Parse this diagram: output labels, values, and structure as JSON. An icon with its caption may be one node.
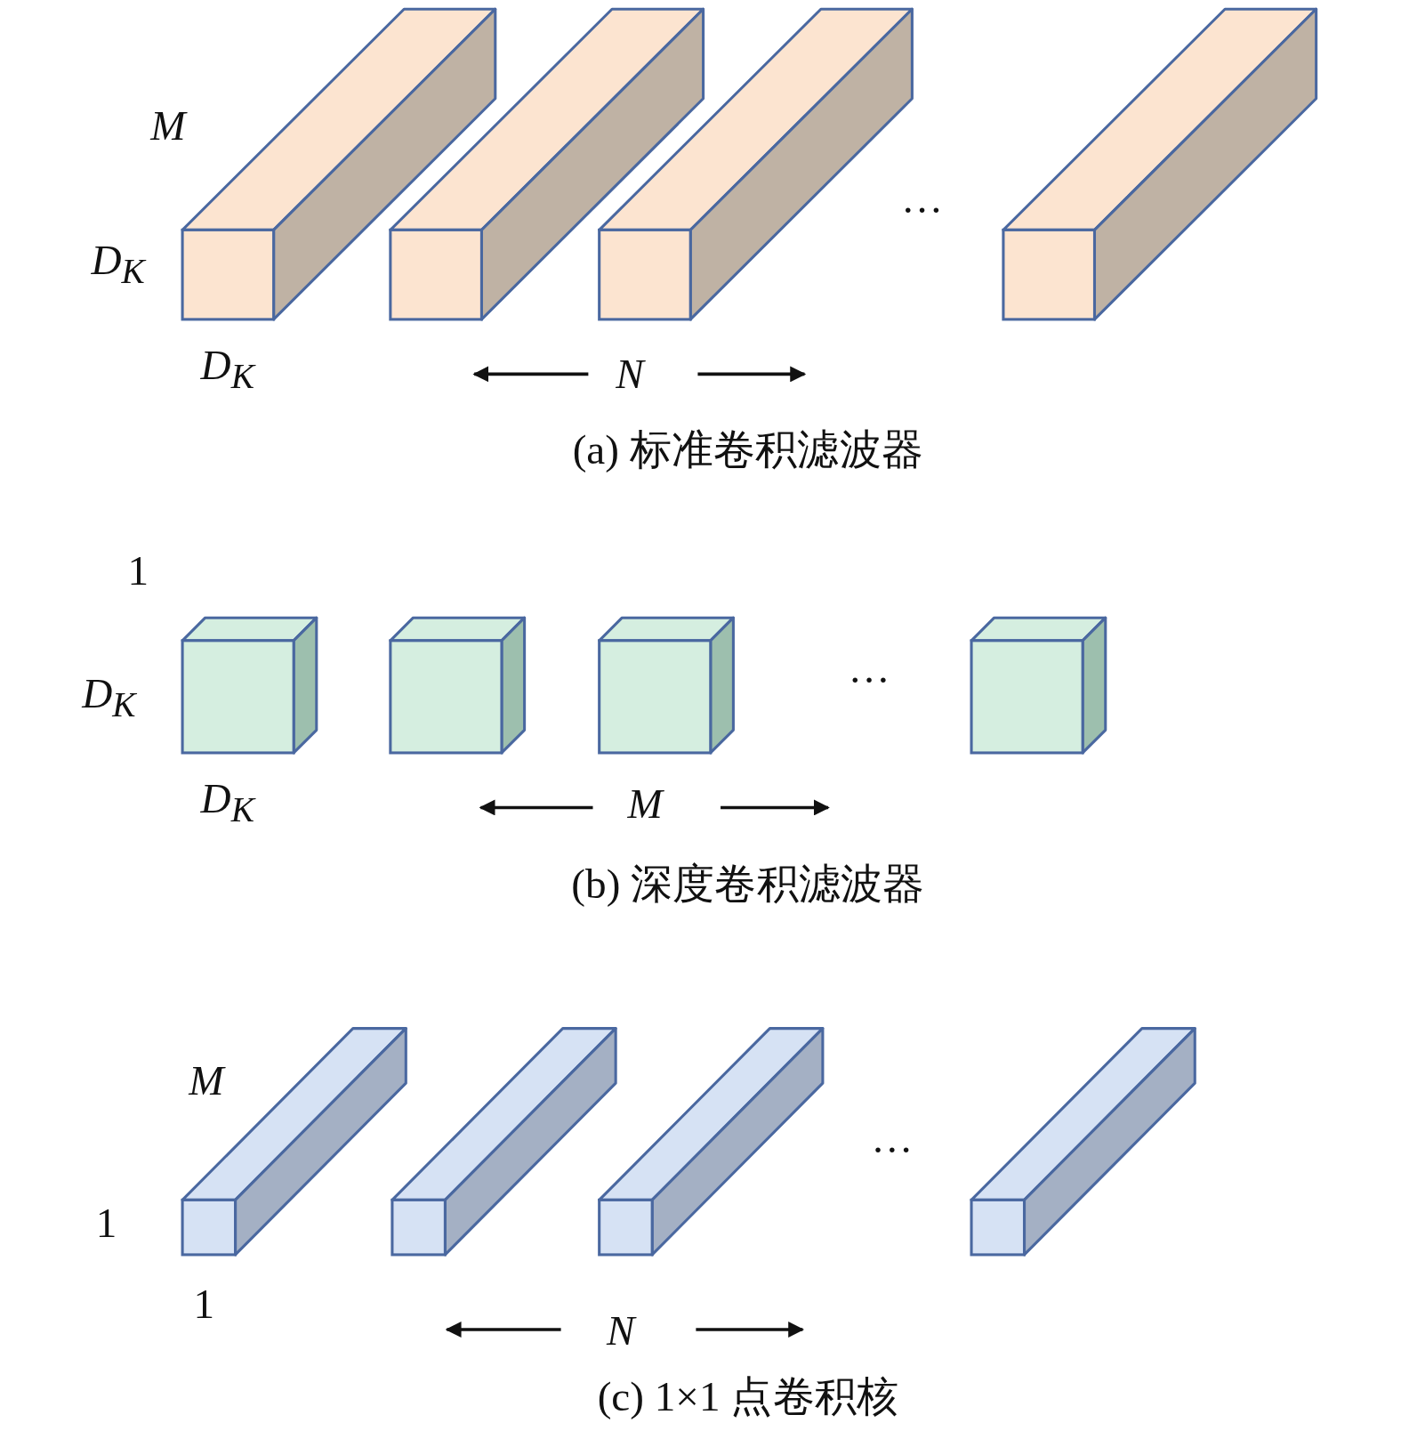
{
  "diagram": {
    "labels": [
      "M",
      "D$_{K}$",
      "…",
      "D$_{K}$",
      "N",
      "(a) 标准卷积滤波器",
      "1",
      "D$_{K}$",
      "…",
      "D$_{K}$",
      "M",
      "(b) 深度卷积滤波器",
      "M",
      "…",
      "1",
      "1",
      "N",
      "(c) 1×1 点卷积核"
    ]
  }
}
